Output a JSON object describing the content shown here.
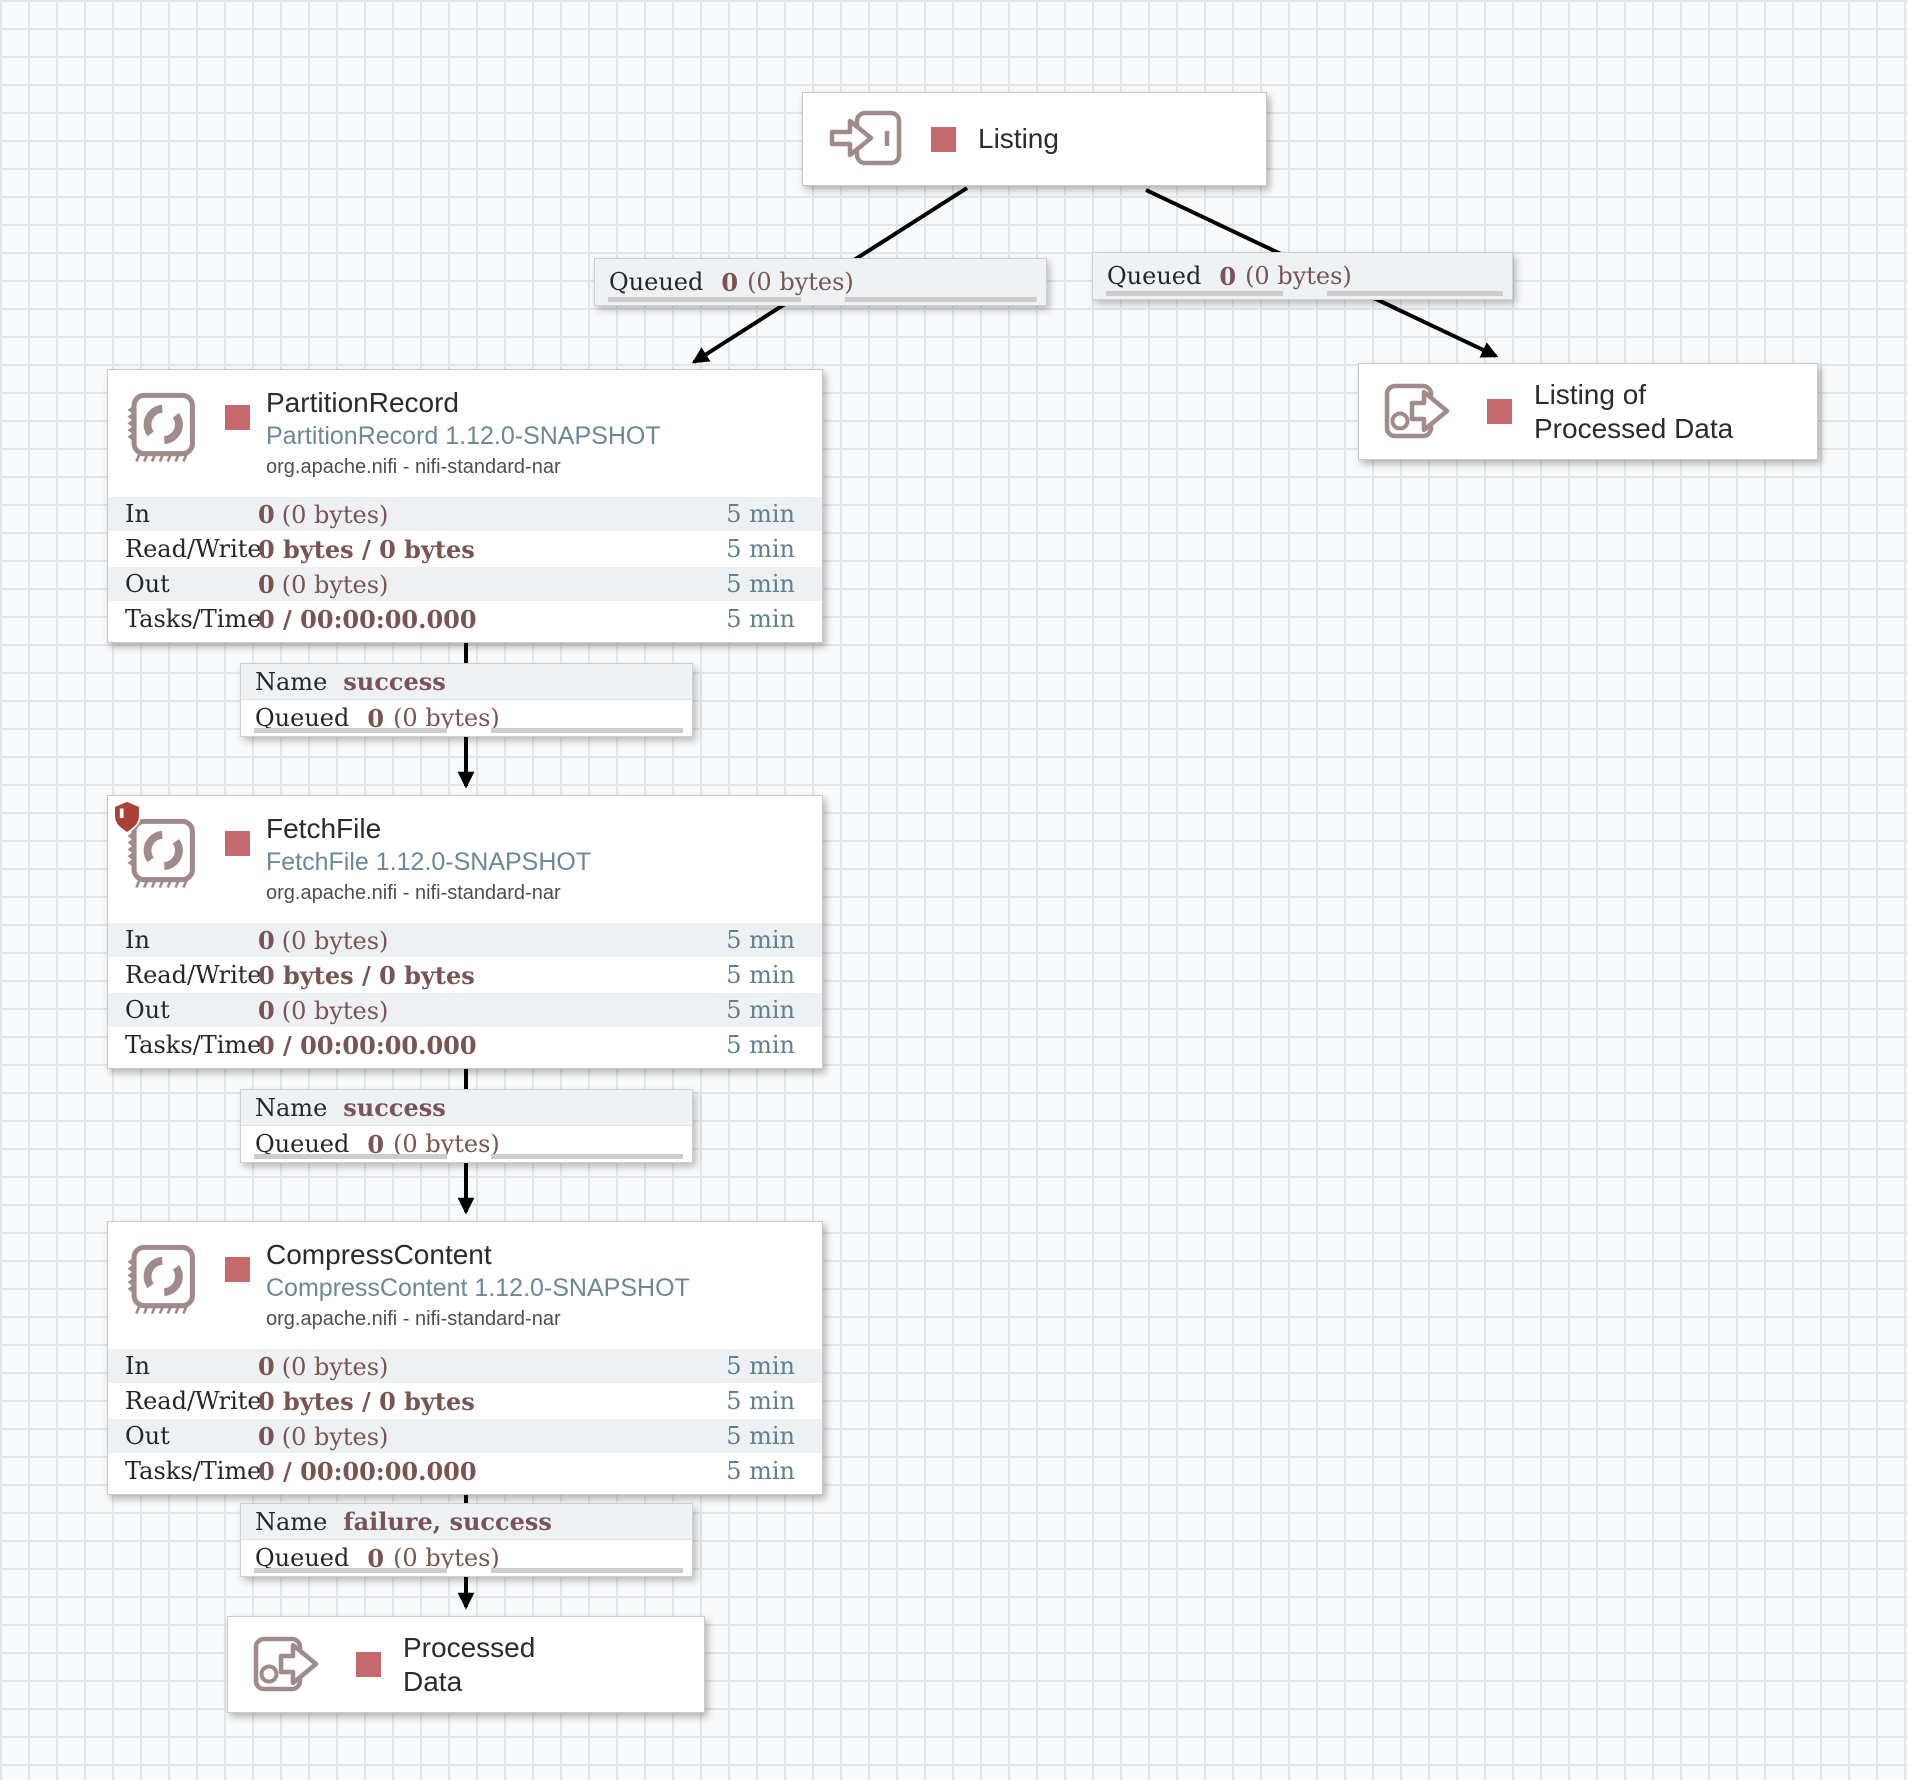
{
  "colors": {
    "status_red": "#c5696d",
    "icon_mauve": "#a08a8a",
    "value_maroon": "#7a5353",
    "time_slate": "#61808f",
    "version_slate": "#6b8995",
    "restricted_red": "#aa4038"
  },
  "ports": {
    "listing": {
      "label": "Listing"
    },
    "listing_of_processed_data": {
      "label": "Listing of Processed Data"
    },
    "processed_data": {
      "label": "Processed Data"
    }
  },
  "processors": [
    {
      "name": "PartitionRecord",
      "version": "PartitionRecord 1.12.0-SNAPSHOT",
      "bundle": "org.apache.nifi - nifi-standard-nar",
      "restricted": false,
      "stats": [
        {
          "label": "In",
          "value_bold": "0",
          "value_rest": "(0 bytes)",
          "window": "5 min"
        },
        {
          "label": "Read/Write",
          "value_bold": "0 bytes / 0 bytes",
          "value_rest": "",
          "window": "5 min"
        },
        {
          "label": "Out",
          "value_bold": "0",
          "value_rest": "(0 bytes)",
          "window": "5 min"
        },
        {
          "label": "Tasks/Time",
          "value_bold": "0 / 00:00:00.000",
          "value_rest": "",
          "window": "5 min"
        }
      ]
    },
    {
      "name": "FetchFile",
      "version": "FetchFile 1.12.0-SNAPSHOT",
      "bundle": "org.apache.nifi - nifi-standard-nar",
      "restricted": true,
      "stats": [
        {
          "label": "In",
          "value_bold": "0",
          "value_rest": "(0 bytes)",
          "window": "5 min"
        },
        {
          "label": "Read/Write",
          "value_bold": "0 bytes / 0 bytes",
          "value_rest": "",
          "window": "5 min"
        },
        {
          "label": "Out",
          "value_bold": "0",
          "value_rest": "(0 bytes)",
          "window": "5 min"
        },
        {
          "label": "Tasks/Time",
          "value_bold": "0 / 00:00:00.000",
          "value_rest": "",
          "window": "5 min"
        }
      ]
    },
    {
      "name": "CompressContent",
      "version": "CompressContent 1.12.0-SNAPSHOT",
      "bundle": "org.apache.nifi - nifi-standard-nar",
      "restricted": false,
      "stats": [
        {
          "label": "In",
          "value_bold": "0",
          "value_rest": "(0 bytes)",
          "window": "5 min"
        },
        {
          "label": "Read/Write",
          "value_bold": "0 bytes / 0 bytes",
          "value_rest": "",
          "window": "5 min"
        },
        {
          "label": "Out",
          "value_bold": "0",
          "value_rest": "(0 bytes)",
          "window": "5 min"
        },
        {
          "label": "Tasks/Time",
          "value_bold": "0 / 00:00:00.000",
          "value_rest": "",
          "window": "5 min"
        }
      ]
    }
  ],
  "connections": [
    {
      "queued_label": "Queued",
      "queued_count": "0",
      "queued_size": "(0 bytes)"
    },
    {
      "queued_label": "Queued",
      "queued_count": "0",
      "queued_size": "(0 bytes)"
    },
    {
      "name_label": "Name",
      "name_value": "success",
      "queued_label": "Queued",
      "queued_count": "0",
      "queued_size": "(0 bytes)"
    },
    {
      "name_label": "Name",
      "name_value": "success",
      "queued_label": "Queued",
      "queued_count": "0",
      "queued_size": "(0 bytes)"
    },
    {
      "name_label": "Name",
      "name_value": "failure, success",
      "queued_label": "Queued",
      "queued_count": "0",
      "queued_size": "(0 bytes)"
    }
  ]
}
